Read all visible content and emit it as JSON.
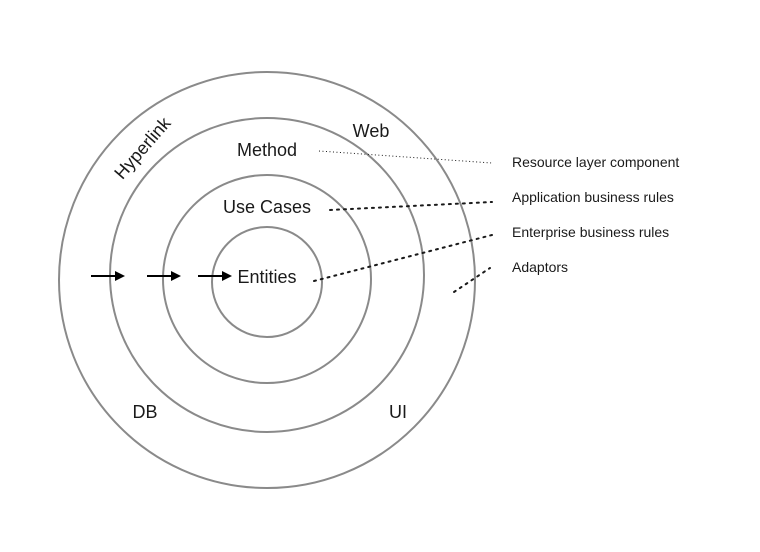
{
  "diagram": {
    "rings": {
      "outer": {
        "labels": [
          "Hyperlink",
          "Web",
          "DB",
          "UI"
        ]
      },
      "second": {
        "label": "Method"
      },
      "third": {
        "label": "Use Cases"
      },
      "inner": {
        "label": "Entities"
      }
    },
    "legend": [
      "Resource layer component",
      "Application business rules",
      "Enterprise business rules",
      "Adaptors"
    ],
    "colors": {
      "ring_stroke": "#8a8a8a",
      "text": "#1a1a1a",
      "arrow": "#000000"
    }
  }
}
